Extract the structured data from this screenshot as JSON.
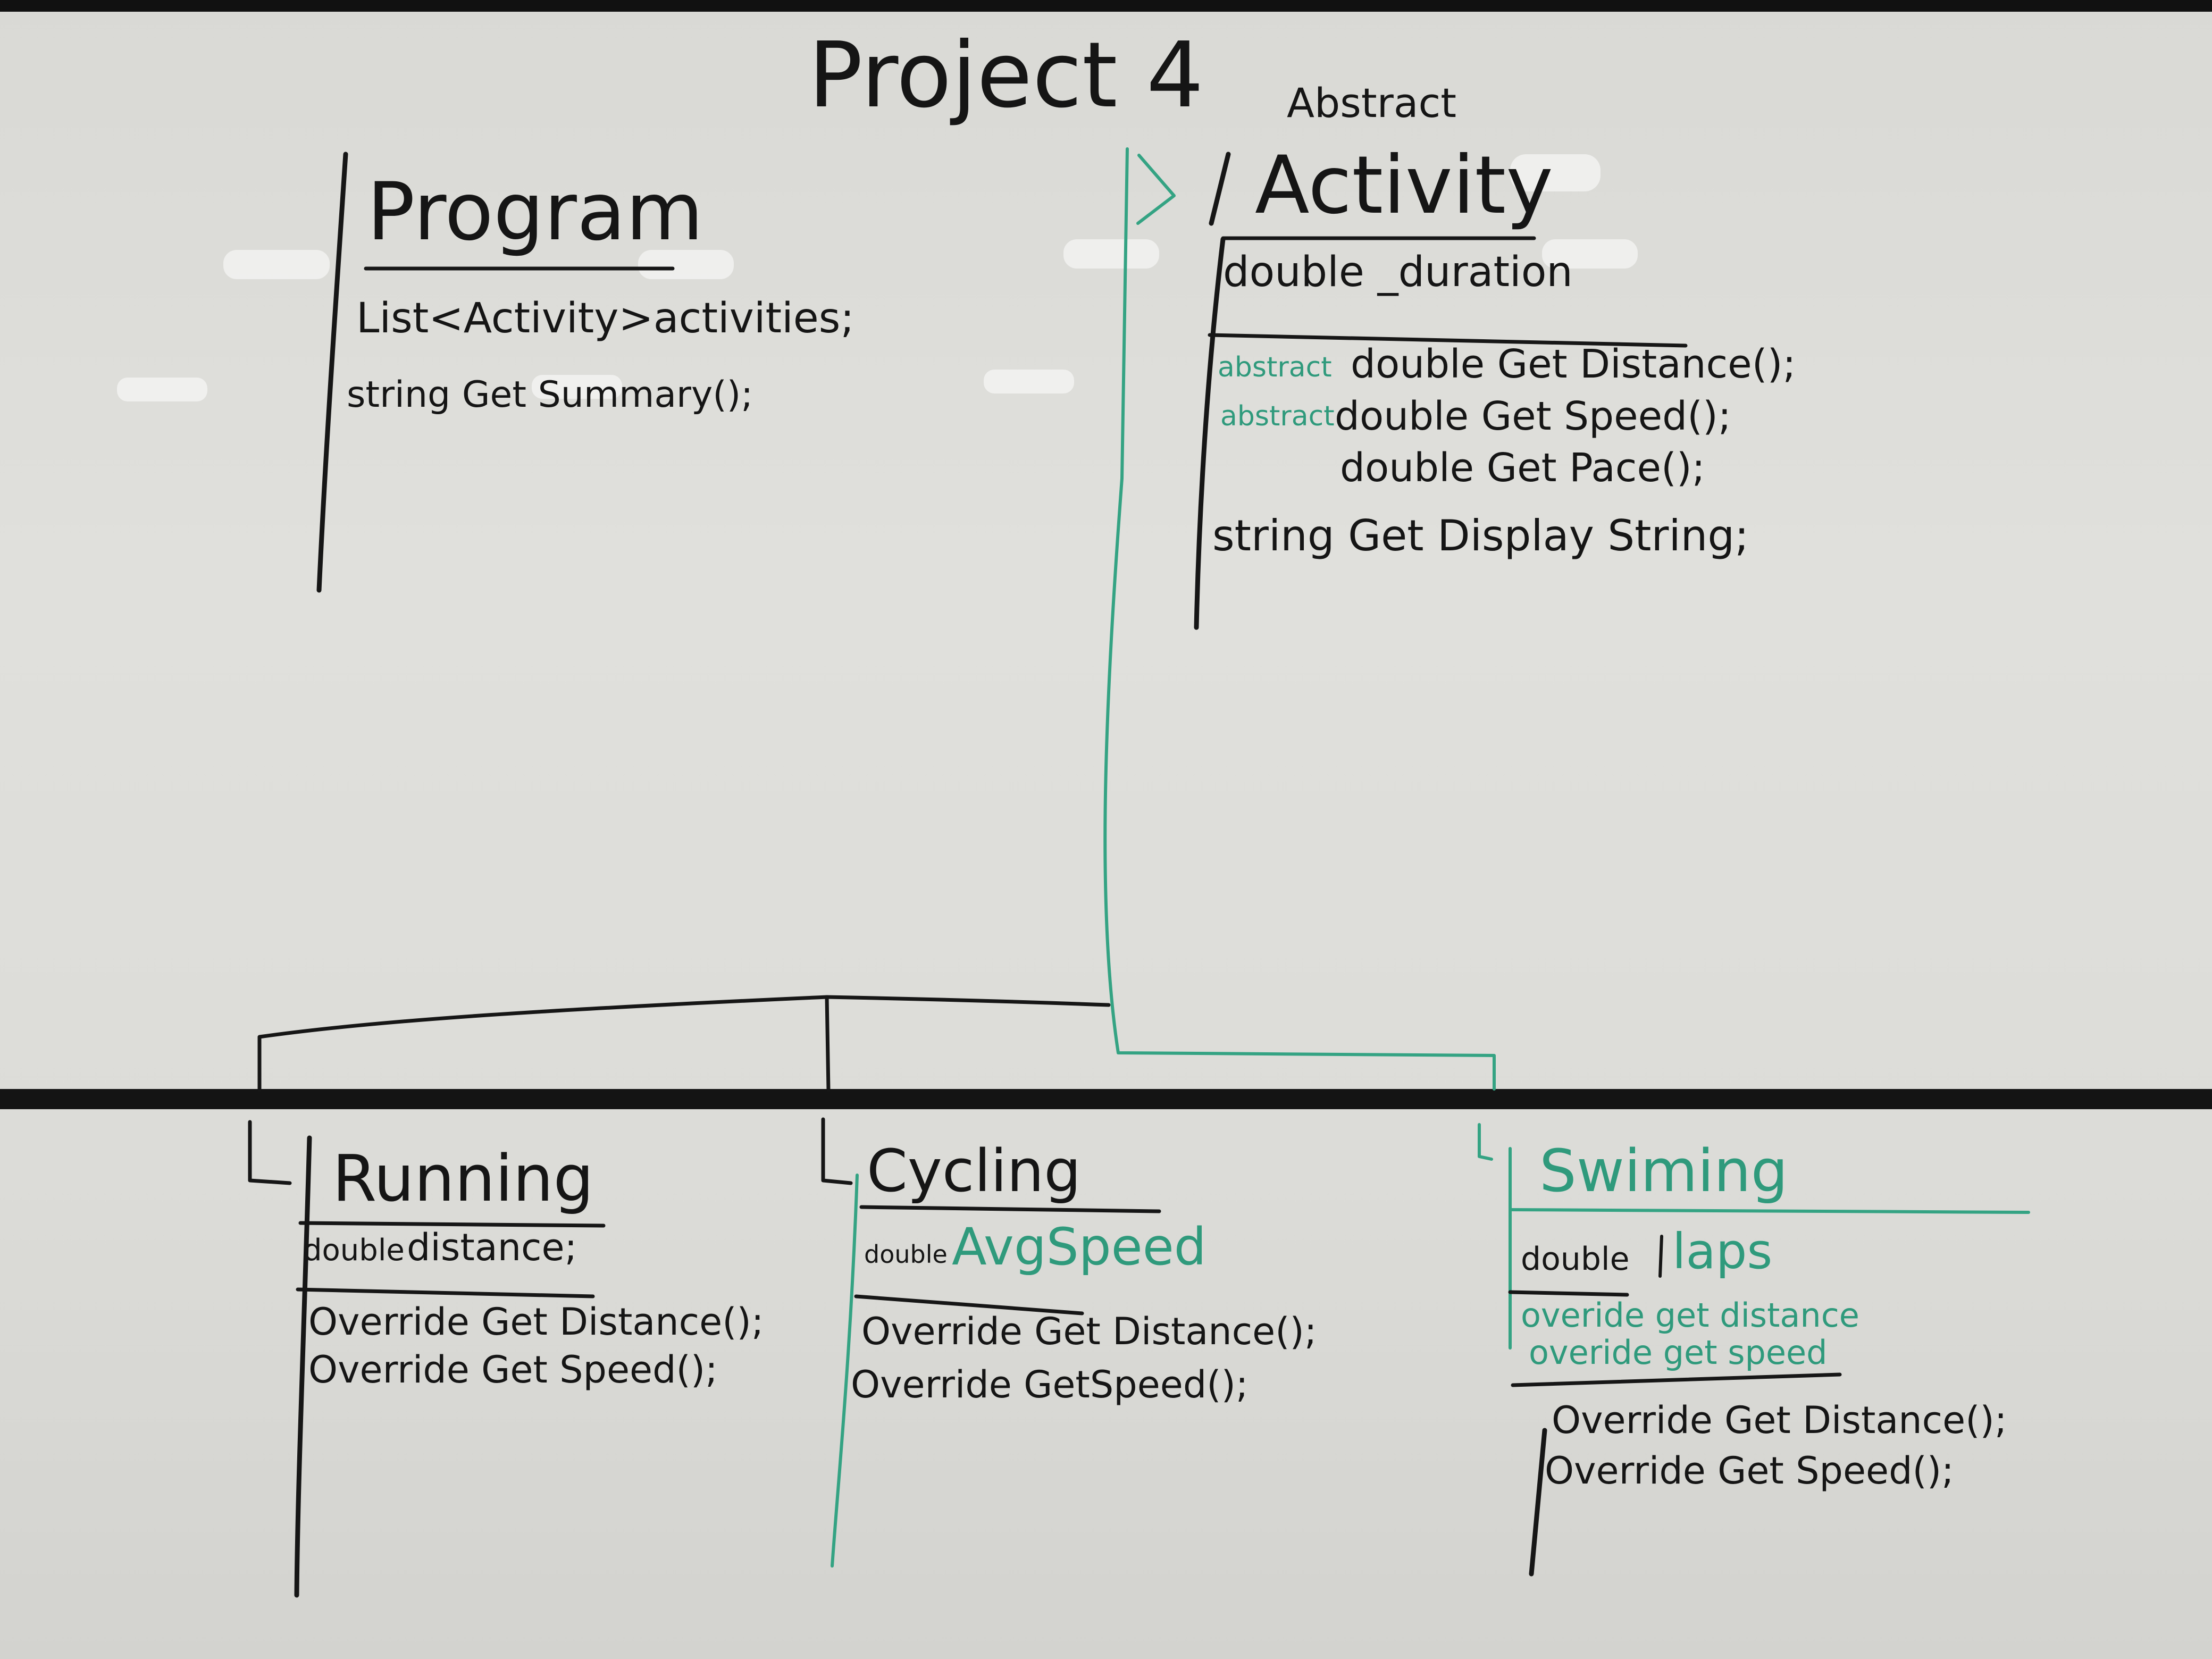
{
  "title": "Project 4",
  "classes": {
    "program": {
      "name": "Program",
      "fields": [
        "List<Activity>activities;"
      ],
      "methods": [
        "string Get Summary();"
      ]
    },
    "activity": {
      "stereotype": "Abstract",
      "name": "Activity",
      "fields": [
        "double _duration"
      ],
      "method_modifiers": [
        "abstract",
        "abstract"
      ],
      "methods": [
        "double Get Distance();",
        "double Get Speed();",
        "double Get Pace();",
        "string Get Display String;"
      ]
    },
    "running": {
      "name": "Running",
      "field_type": "double",
      "field_name": "distance;",
      "methods": [
        "Override Get Distance();",
        "Override Get Speed();"
      ]
    },
    "cycling": {
      "name": "Cycling",
      "field_type": "double",
      "field_name": "AvgSpeed",
      "methods": [
        "Override Get Distance();",
        "Override GetSpeed();"
      ]
    },
    "swimming": {
      "name": "Swiming",
      "field_type": "double",
      "field_name": "laps",
      "notes": [
        "overide get distance",
        "overide get speed"
      ],
      "methods": [
        "Override Get Distance();",
        "Override Get Speed();"
      ]
    }
  },
  "colors": {
    "ink": "#161616",
    "green_ink": "#2f9a7c",
    "board": "#dedeDA",
    "frame": "#111111"
  }
}
